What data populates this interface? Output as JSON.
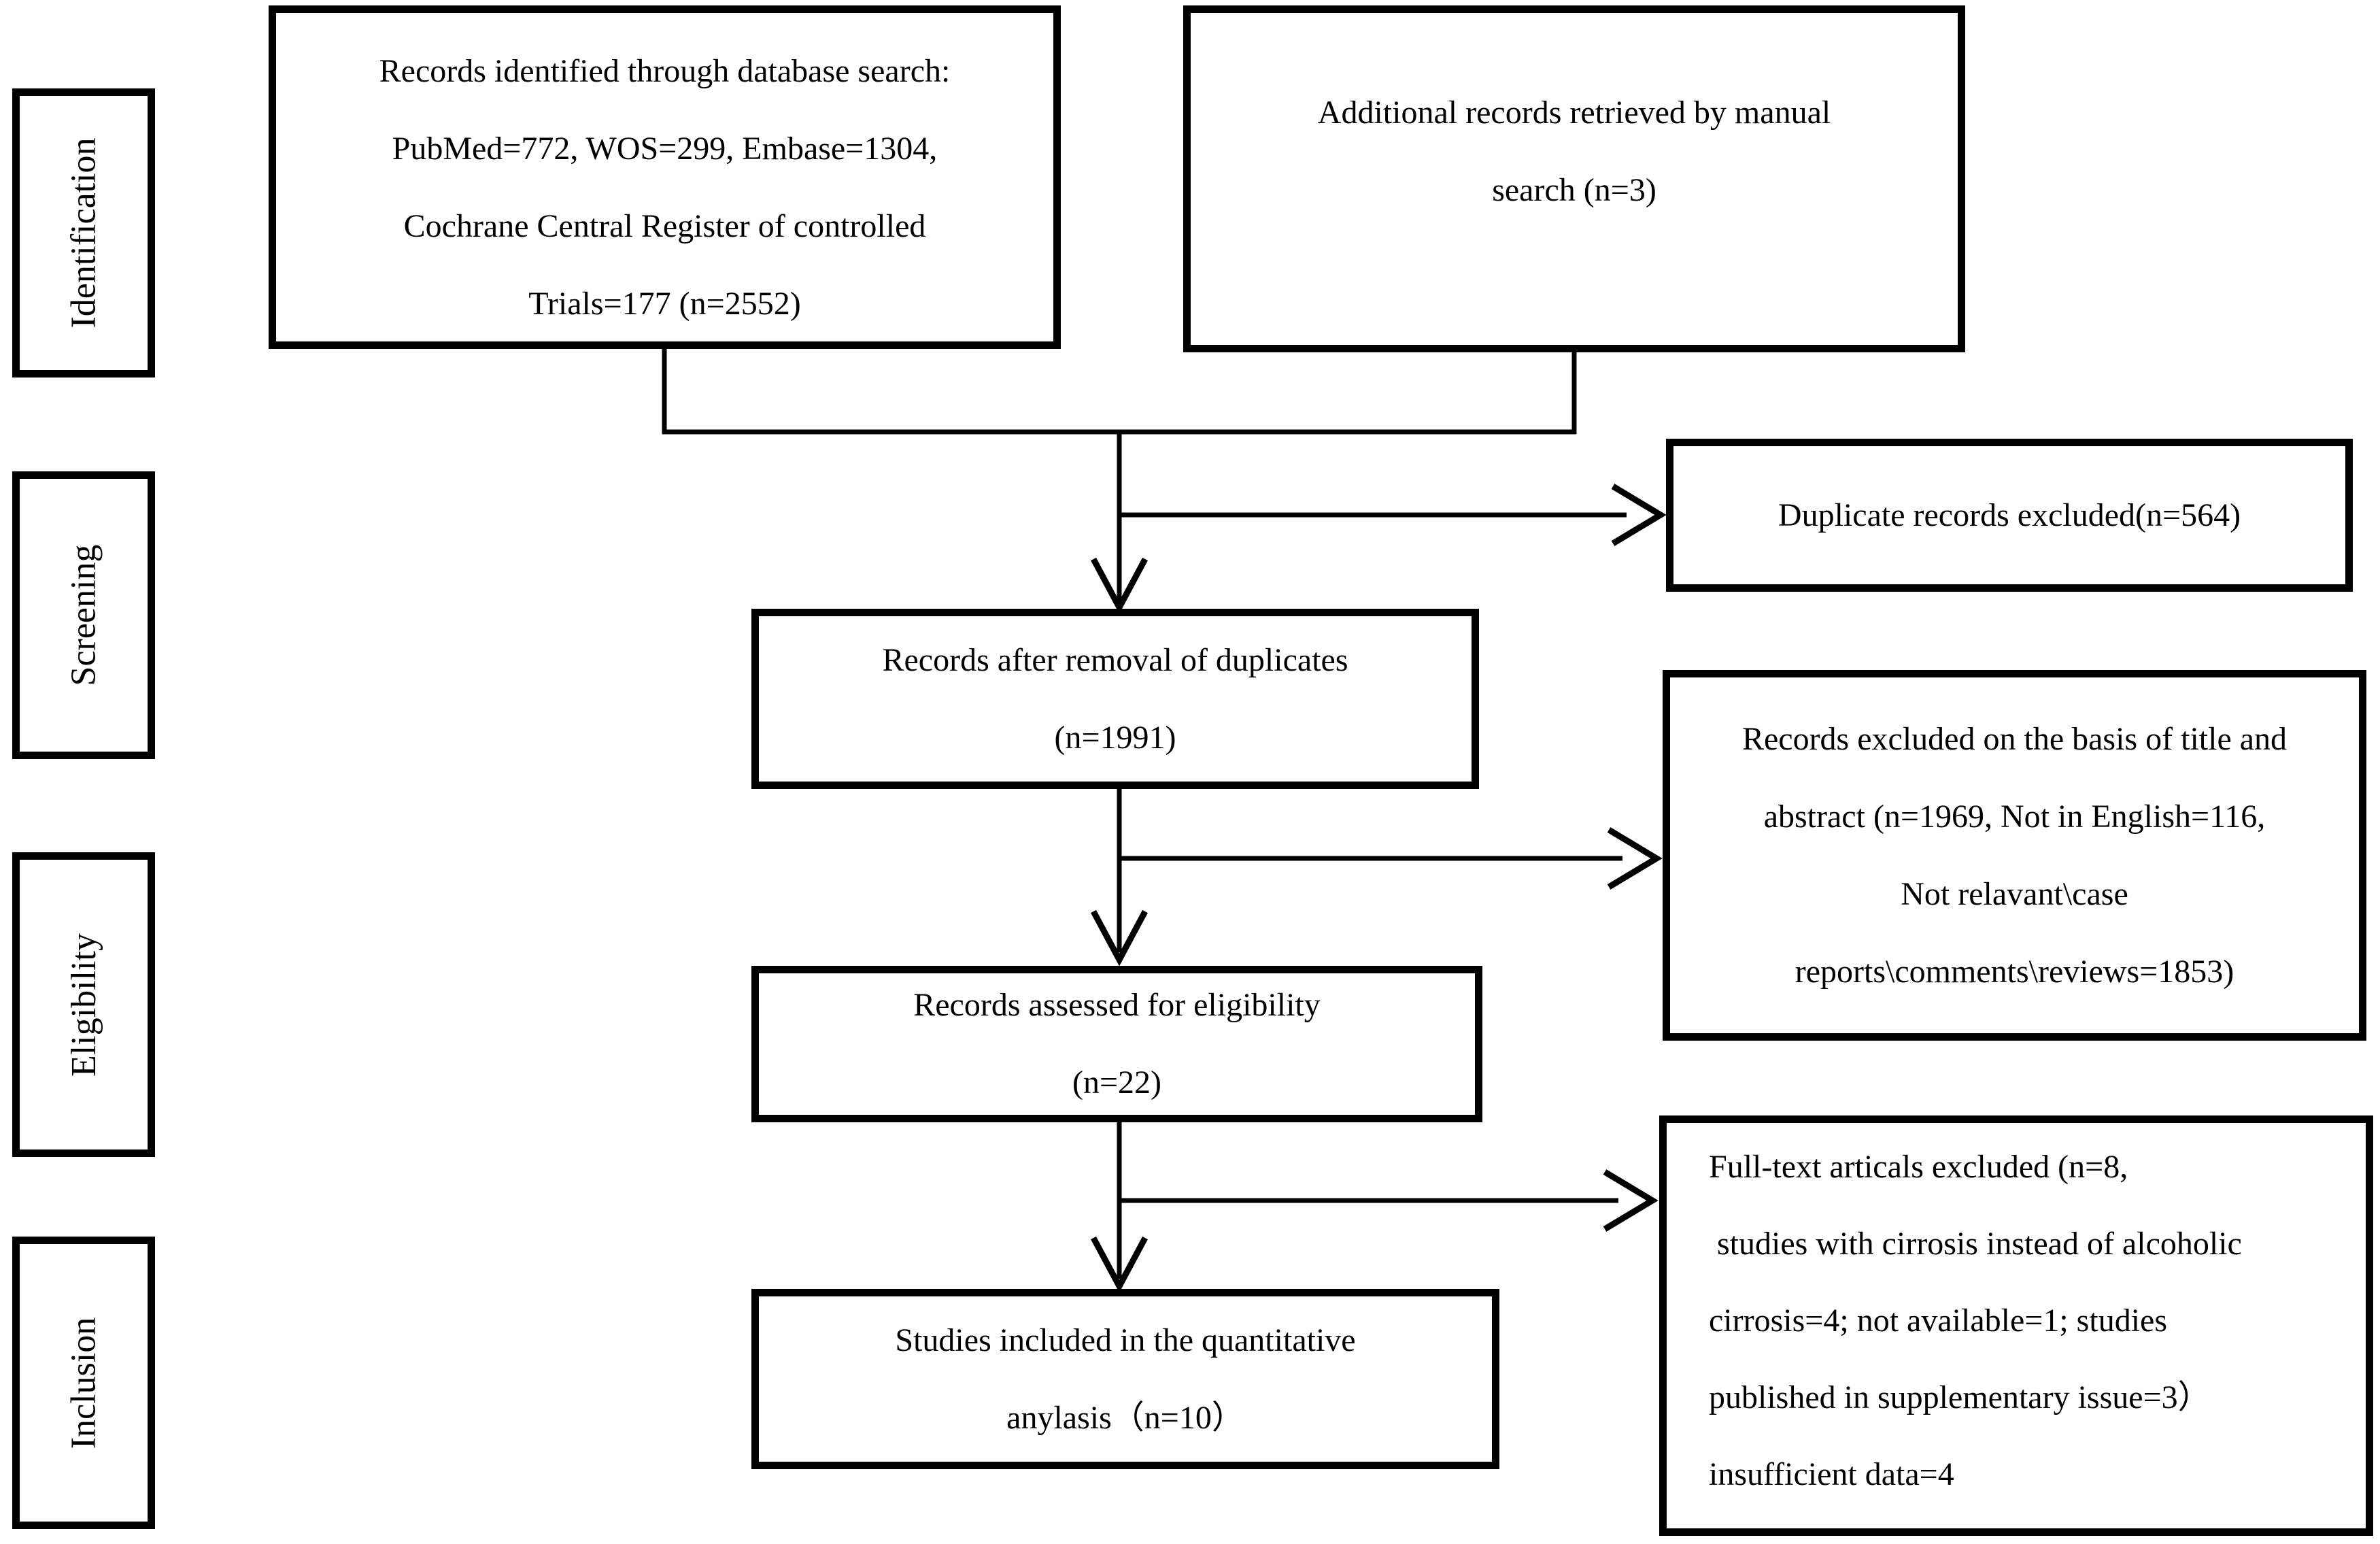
{
  "colors": {
    "border": "#000000",
    "background": "#ffffff",
    "text": "#000000"
  },
  "stages": [
    {
      "label": "Identification"
    },
    {
      "label": "Screening"
    },
    {
      "label": "Eligibility"
    },
    {
      "label": "Inclusion"
    }
  ],
  "boxes": {
    "database_search": {
      "lines": [
        "Records identified through database search:",
        "PubMed=772, WOS=299, Embase=1304,",
        "Cochrane Central Register of controlled",
        "Trials=177 (n=2552)"
      ]
    },
    "manual_search": {
      "lines": [
        "Additional records retrieved by manual",
        "search (n=3)"
      ]
    },
    "duplicates_excluded": {
      "lines": [
        "Duplicate records excluded(n=564)"
      ]
    },
    "after_duplicates": {
      "lines": [
        "Records after removal of duplicates",
        "(n=1991)"
      ]
    },
    "title_abstract_excluded": {
      "lines": [
        "Records excluded on the basis of title and",
        "abstract (n=1969, Not in English=116,",
        "Not relavant\\case",
        "reports\\comments\\reviews=1853)"
      ]
    },
    "assessed": {
      "lines": [
        "Records assessed for eligibility",
        "(n=22)"
      ]
    },
    "fulltext_excluded": {
      "lines": [
        "Full-text articals excluded (n=8,",
        " studies with cirrosis instead of alcoholic",
        "cirrosis=4; not available=1; studies",
        "published in supplementary issue=3）",
        "insufficient data=4"
      ]
    },
    "included": {
      "lines": [
        "Studies included in the quantitative",
        "anylasis（n=10）"
      ]
    }
  }
}
